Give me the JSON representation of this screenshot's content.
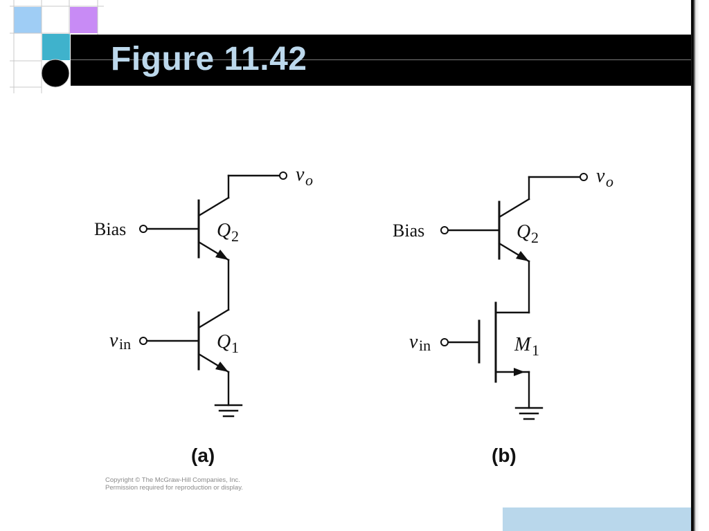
{
  "slide": {
    "title": "Figure 11.42",
    "copyright_line1": "Copyright © The McGraw-Hill Companies, Inc.",
    "copyright_line2": "Permission required for reproduction or display."
  },
  "colors": {
    "title_bar": "#000000",
    "title_text": "#bcd8ec",
    "square_light_blue": "#9fcdf5",
    "square_teal": "#3fb2cc",
    "square_violet": "#c88bf5",
    "bottom_bar": "#b9d7eb"
  },
  "circuit_a": {
    "caption": "(a)",
    "bias_label": "Bias",
    "input_main": "v",
    "input_sub": "in",
    "output_main": "v",
    "output_sub": "o",
    "q_top_main": "Q",
    "q_top_sub": "2",
    "q_bottom_main": "Q",
    "q_bottom_sub": "1"
  },
  "circuit_b": {
    "caption": "(b)",
    "bias_label": "Bias",
    "input_main": "v",
    "input_sub": "in",
    "output_main": "v",
    "output_sub": "o",
    "q_top_main": "Q",
    "q_top_sub": "2",
    "m_main": "M",
    "m_sub": "1"
  }
}
